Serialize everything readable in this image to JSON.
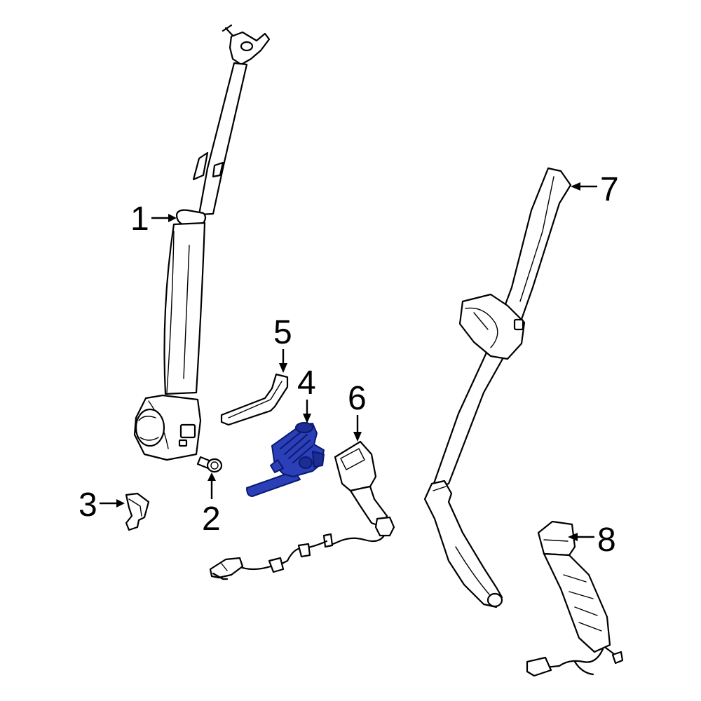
{
  "colors": {
    "highlight_fill": "#2b3fb8",
    "highlight_dark": "#0a1a6e",
    "line": "#000000",
    "background": "#ffffff"
  },
  "callouts": [
    {
      "id": "1",
      "label": "1"
    },
    {
      "id": "2",
      "label": "2"
    },
    {
      "id": "3",
      "label": "3"
    },
    {
      "id": "4",
      "label": "4"
    },
    {
      "id": "5",
      "label": "5"
    },
    {
      "id": "6",
      "label": "6"
    },
    {
      "id": "7",
      "label": "7"
    },
    {
      "id": "8",
      "label": "8"
    }
  ],
  "highlighted_part": "4"
}
